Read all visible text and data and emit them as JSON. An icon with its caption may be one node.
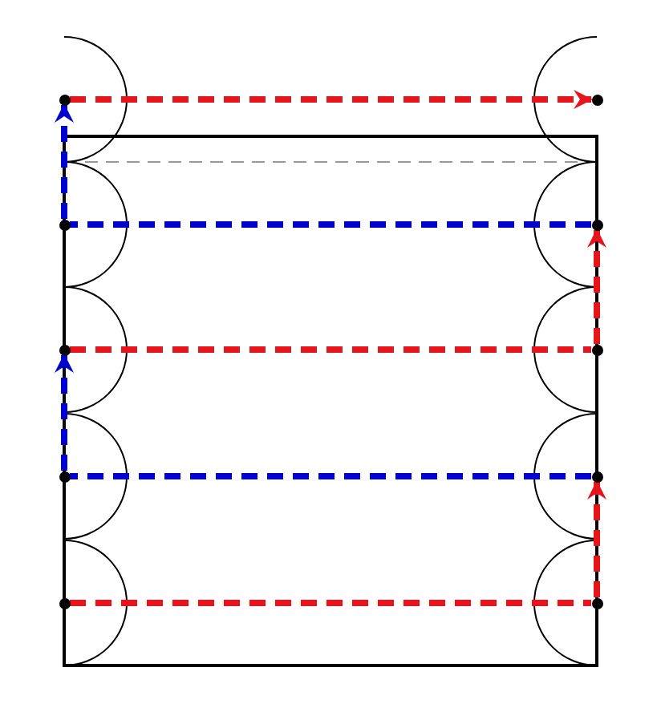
{
  "diagram": {
    "nodes": [
      {
        "text": [],
        "shape": "circle"
      },
      {
        "text": [],
        "shape": "circle"
      },
      {
        "text": [],
        "shape": "circle"
      },
      {
        "text": [],
        "shape": "circle"
      },
      {
        "text": [],
        "shape": "circle"
      },
      {
        "text": [],
        "shape": "circle"
      },
      {
        "text": [],
        "shape": "circle"
      },
      {
        "text": [],
        "shape": "circle"
      },
      {
        "text": [],
        "shape": "circle"
      },
      {
        "text": [],
        "shape": "circle"
      }
    ],
    "edges": [
      {
        "from": 8,
        "to": 9,
        "arrow": "none",
        "style": "dashed",
        "color": "#e8141c"
      },
      {
        "from": 9,
        "to": 7,
        "arrow": "to",
        "style": "dashed",
        "color": "#e8141c"
      },
      {
        "from": 7,
        "to": 6,
        "arrow": "none",
        "style": "dashed",
        "color": "#0000d0"
      },
      {
        "from": 6,
        "to": 4,
        "arrow": "to",
        "style": "dashed",
        "color": "#0000d0"
      },
      {
        "from": 4,
        "to": 5,
        "arrow": "none",
        "style": "dashed",
        "color": "#e8141c"
      },
      {
        "from": 5,
        "to": 3,
        "arrow": "to",
        "style": "dashed",
        "color": "#e8141c"
      },
      {
        "from": 3,
        "to": 2,
        "arrow": "none",
        "style": "dashed",
        "color": "#0000d0"
      },
      {
        "from": 2,
        "to": 0,
        "arrow": "to",
        "style": "dashed",
        "color": "#0000d0"
      },
      {
        "from": 0,
        "to": 1,
        "arrow": "to",
        "style": "dashed",
        "color": "#e8141c"
      }
    ]
  }
}
